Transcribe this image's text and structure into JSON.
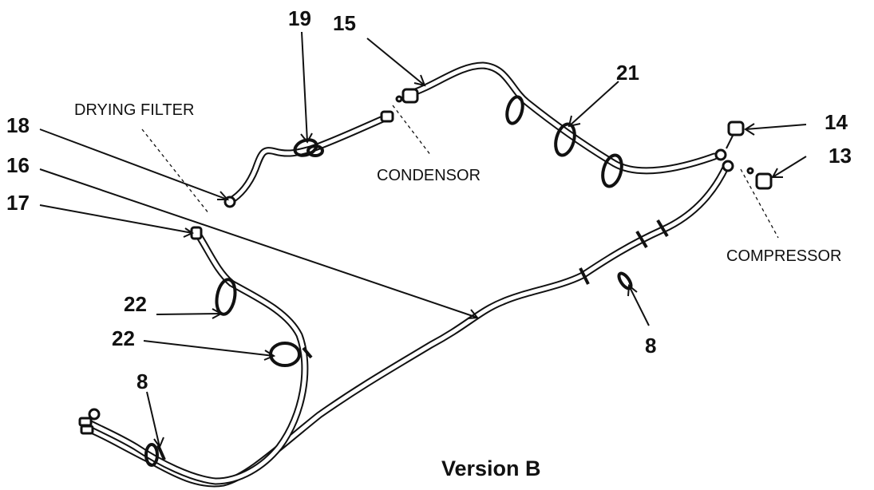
{
  "diagram": {
    "caption": "Version B",
    "components": {
      "drying_filter": "DRYING FILTER",
      "condensor": "CONDENSOR",
      "compressor": "COMPRESSOR"
    },
    "callouts": {
      "c19": "19",
      "c15": "15",
      "c21": "21",
      "c14": "14",
      "c13": "13",
      "c18": "18",
      "c16": "16",
      "c17": "17",
      "c22a": "22",
      "c22b": "22",
      "c8_left": "8",
      "c8_right": "8"
    }
  }
}
